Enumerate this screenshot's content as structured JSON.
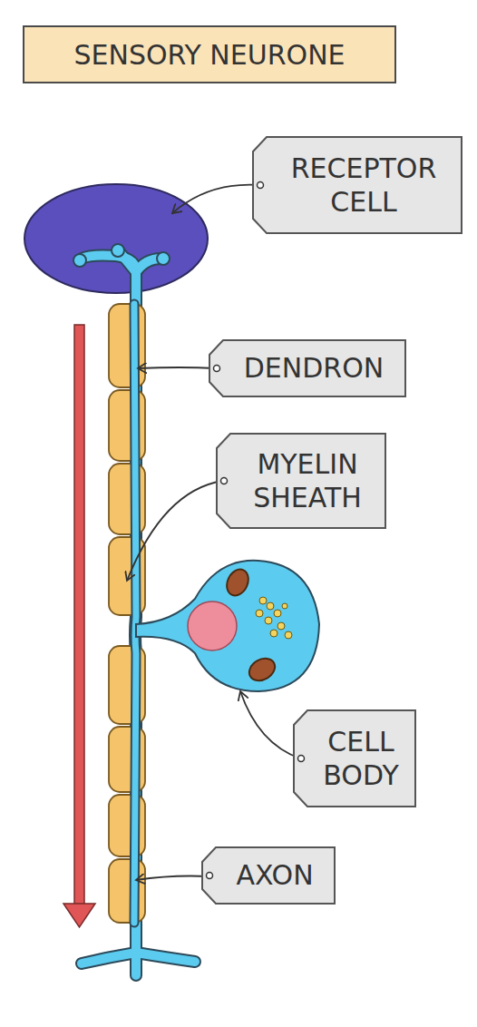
{
  "diagram": {
    "title": "SENSORY NEURONE",
    "nodes": [
      {
        "text": [
          "RECEPTOR CELL"
        ]
      },
      {
        "text": [
          "DENDRON"
        ]
      },
      {
        "text": [
          "MYELIN SHEATH"
        ]
      },
      {
        "text": [
          "CELL BODY"
        ]
      },
      {
        "text": [
          "AXON"
        ]
      }
    ]
  }
}
